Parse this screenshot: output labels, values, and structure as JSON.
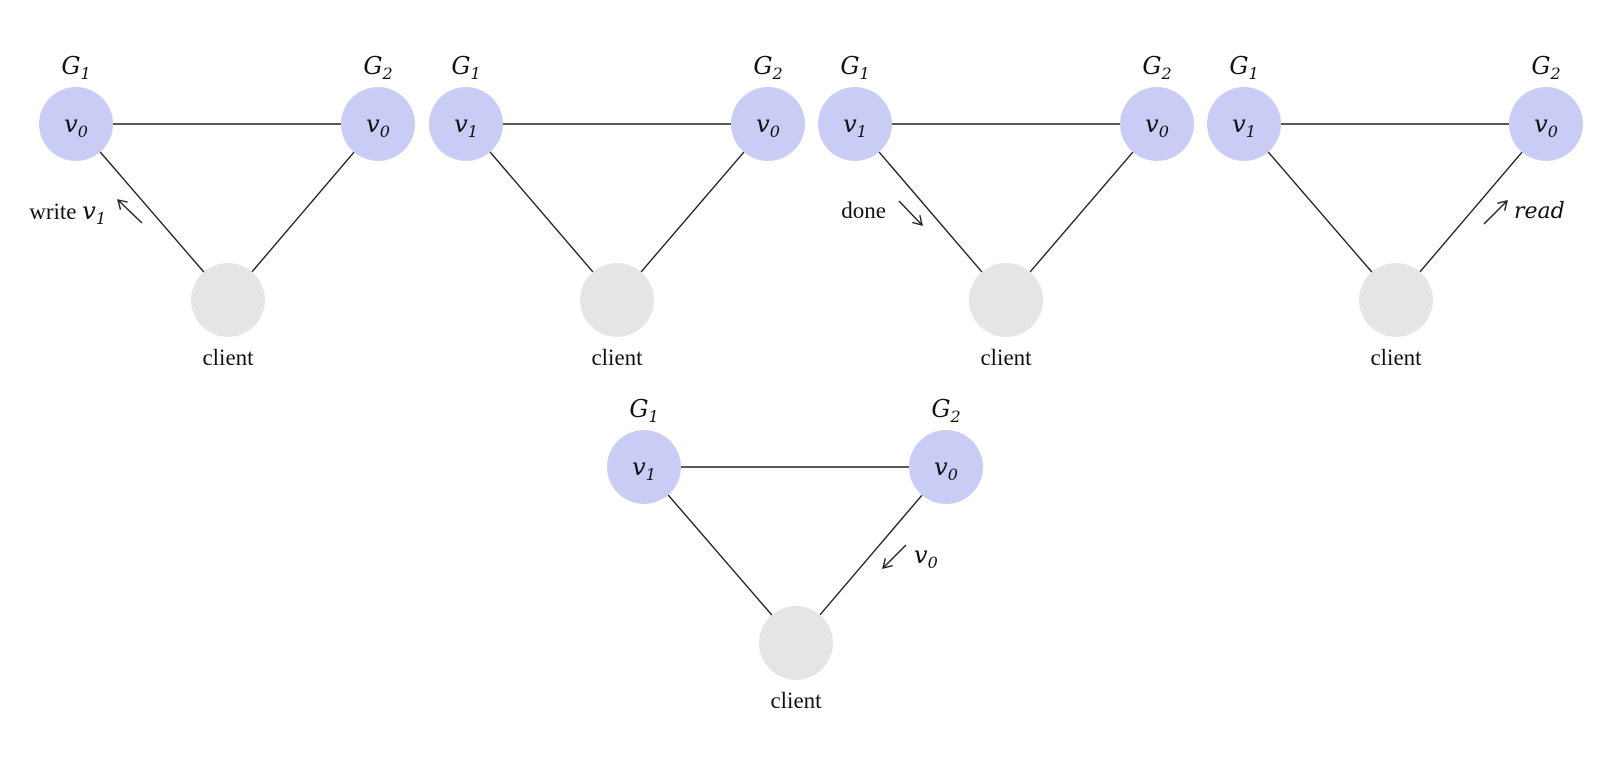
{
  "colors": {
    "server_fill": "#c9ccf4",
    "client_fill": "#e5e5e5",
    "edge": "#222222"
  },
  "panels": [
    {
      "g1": {
        "name": "G",
        "sub": "1",
        "value": "v",
        "value_sub": "0"
      },
      "g2": {
        "name": "G",
        "sub": "2",
        "value": "v",
        "value_sub": "0"
      },
      "client": "client",
      "annotation": {
        "edge": "left",
        "direction": "up-left",
        "text": "write ",
        "var": "v",
        "var_sub": "1"
      }
    },
    {
      "g1": {
        "name": "G",
        "sub": "1",
        "value": "v",
        "value_sub": "1"
      },
      "g2": {
        "name": "G",
        "sub": "2",
        "value": "v",
        "value_sub": "0"
      },
      "client": "client",
      "annotation": null
    },
    {
      "g1": {
        "name": "G",
        "sub": "1",
        "value": "v",
        "value_sub": "1"
      },
      "g2": {
        "name": "G",
        "sub": "2",
        "value": "v",
        "value_sub": "0"
      },
      "client": "client",
      "annotation": {
        "edge": "left",
        "direction": "down-right",
        "text": "done"
      }
    },
    {
      "g1": {
        "name": "G",
        "sub": "1",
        "value": "v",
        "value_sub": "1"
      },
      "g2": {
        "name": "G",
        "sub": "2",
        "value": "v",
        "value_sub": "0"
      },
      "client": "client",
      "annotation": {
        "edge": "right",
        "direction": "up-right",
        "italic": "read"
      }
    },
    {
      "g1": {
        "name": "G",
        "sub": "1",
        "value": "v",
        "value_sub": "1"
      },
      "g2": {
        "name": "G",
        "sub": "2",
        "value": "v",
        "value_sub": "0"
      },
      "client": "client",
      "annotation": {
        "edge": "right",
        "direction": "down-left",
        "var": "v",
        "var_sub": "0"
      }
    }
  ]
}
